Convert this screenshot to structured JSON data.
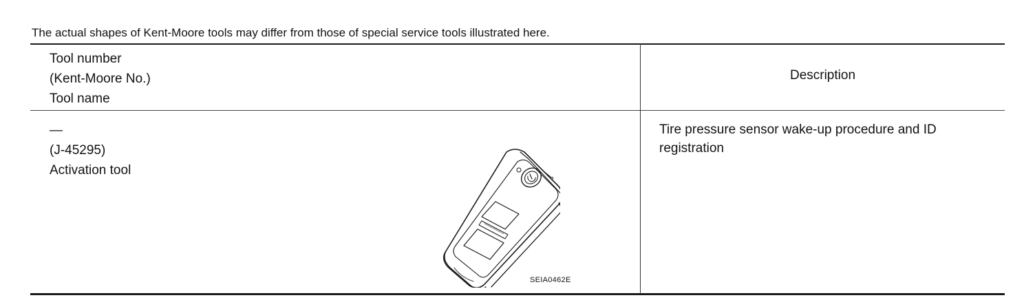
{
  "note": "The actual shapes of Kent-Moore tools may differ from those of special service tools illustrated here.",
  "table": {
    "header": {
      "tool_number": "Tool number",
      "kent_moore_no": "(Kent-Moore No.)",
      "tool_name": "Tool name",
      "description": "Description"
    },
    "rows": [
      {
        "tool_number": "—",
        "kent_moore_no": "(J-45295)",
        "tool_name": "Activation tool",
        "figure_code": "SEIA0462E",
        "description": "Tire pressure sensor wake-up procedure and ID registration"
      }
    ]
  }
}
